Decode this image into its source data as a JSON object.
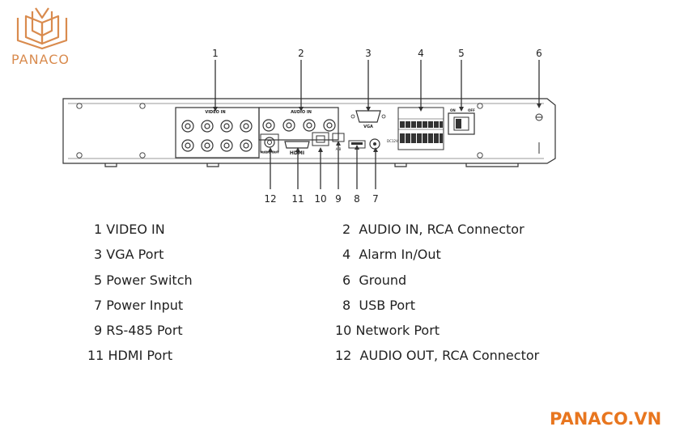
{
  "logo": {
    "text": "PANACO"
  },
  "brand_url": "PANACO.VN",
  "panel_labels": {
    "video_in": "VIDEO IN",
    "audio_in": "AUDIO IN",
    "audio_out": "AUDIO OUT",
    "vga": "VGA",
    "hdmi": "HDMI",
    "ab": "A B",
    "dc12v": "DC12V",
    "on": "ON",
    "off": "OFF"
  },
  "callouts": [
    "1",
    "2",
    "3",
    "4",
    "5",
    "6",
    "7",
    "8",
    "9",
    "10",
    "11",
    "12"
  ],
  "legend": [
    {
      "num": "1",
      "label": "VIDEO IN"
    },
    {
      "num": "2",
      "label": "AUDIO IN, RCA Connector"
    },
    {
      "num": "3",
      "label": "VGA Port"
    },
    {
      "num": "4",
      "label": "Alarm In/Out"
    },
    {
      "num": "5",
      "label": "Power Switch"
    },
    {
      "num": "6",
      "label": "Ground"
    },
    {
      "num": "7",
      "label": "Power Input"
    },
    {
      "num": "8",
      "label": "USB Port"
    },
    {
      "num": "9",
      "label": "RS-485 Port"
    },
    {
      "num": "10",
      "label": "Network Port"
    },
    {
      "num": "11",
      "label": "HDMI Port"
    },
    {
      "num": "12",
      "label": "AUDIO OUT, RCA Connector"
    }
  ],
  "colors": {
    "brand": "#e8761f",
    "logo": "#d98b4e",
    "line": "#333333",
    "text": "#222222"
  }
}
